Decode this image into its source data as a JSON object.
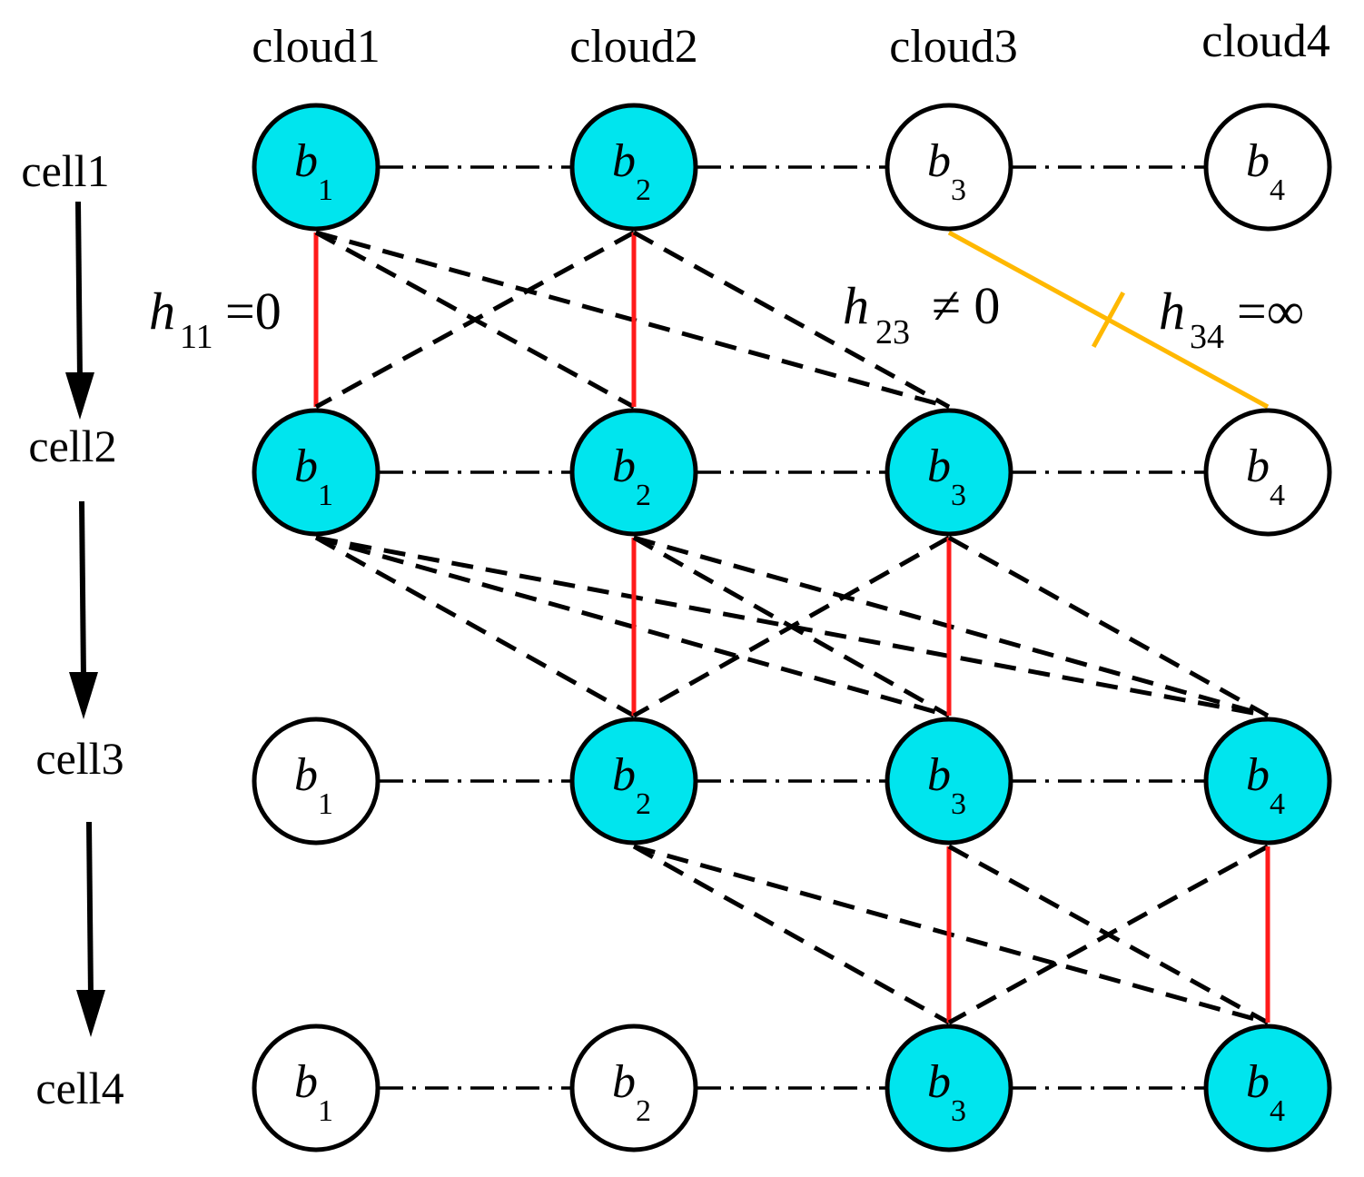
{
  "columns": [
    "cloud1",
    "cloud2",
    "cloud3",
    "cloud4"
  ],
  "rows": [
    "cell1",
    "cell2",
    "cell3",
    "cell4"
  ],
  "node_symbol": "b",
  "colors": {
    "active_fill": "#00E5EE",
    "inactive_fill": "#FFFFFF",
    "same_cloud_edge": "#FF1A1A",
    "blocked_edge": "#FFB800",
    "cross_edge": "#000000"
  },
  "nodes": [
    [
      true,
      true,
      false,
      false
    ],
    [
      true,
      true,
      true,
      false
    ],
    [
      false,
      true,
      true,
      true
    ],
    [
      false,
      false,
      true,
      true
    ]
  ],
  "edges": [
    {
      "from": [
        0,
        0
      ],
      "to": [
        1,
        0
      ],
      "type": "same"
    },
    {
      "from": [
        0,
        0
      ],
      "to": [
        1,
        1
      ],
      "type": "cross"
    },
    {
      "from": [
        0,
        0
      ],
      "to": [
        1,
        2
      ],
      "type": "cross"
    },
    {
      "from": [
        0,
        1
      ],
      "to": [
        1,
        0
      ],
      "type": "cross"
    },
    {
      "from": [
        0,
        1
      ],
      "to": [
        1,
        1
      ],
      "type": "same"
    },
    {
      "from": [
        0,
        1
      ],
      "to": [
        1,
        2
      ],
      "type": "cross"
    },
    {
      "from": [
        0,
        2
      ],
      "to": [
        1,
        3
      ],
      "type": "blocked"
    },
    {
      "from": [
        1,
        0
      ],
      "to": [
        2,
        1
      ],
      "type": "cross"
    },
    {
      "from": [
        1,
        0
      ],
      "to": [
        2,
        2
      ],
      "type": "cross"
    },
    {
      "from": [
        1,
        0
      ],
      "to": [
        2,
        3
      ],
      "type": "cross"
    },
    {
      "from": [
        1,
        1
      ],
      "to": [
        2,
        1
      ],
      "type": "same"
    },
    {
      "from": [
        1,
        1
      ],
      "to": [
        2,
        2
      ],
      "type": "cross"
    },
    {
      "from": [
        1,
        1
      ],
      "to": [
        2,
        3
      ],
      "type": "cross"
    },
    {
      "from": [
        1,
        2
      ],
      "to": [
        2,
        1
      ],
      "type": "cross"
    },
    {
      "from": [
        1,
        2
      ],
      "to": [
        2,
        2
      ],
      "type": "same"
    },
    {
      "from": [
        1,
        2
      ],
      "to": [
        2,
        3
      ],
      "type": "cross"
    },
    {
      "from": [
        2,
        1
      ],
      "to": [
        3,
        2
      ],
      "type": "cross"
    },
    {
      "from": [
        2,
        1
      ],
      "to": [
        3,
        3
      ],
      "type": "cross"
    },
    {
      "from": [
        2,
        2
      ],
      "to": [
        3,
        2
      ],
      "type": "same"
    },
    {
      "from": [
        2,
        2
      ],
      "to": [
        3,
        3
      ],
      "type": "cross"
    },
    {
      "from": [
        2,
        3
      ],
      "to": [
        3,
        2
      ],
      "type": "cross"
    },
    {
      "from": [
        2,
        3
      ],
      "to": [
        3,
        3
      ],
      "type": "same"
    }
  ],
  "annotations": [
    {
      "symbol": "h",
      "subscript": "11",
      "tail": "=0"
    },
    {
      "symbol": "h",
      "subscript": "23",
      "tail": "≠ 0"
    },
    {
      "symbol": "h",
      "subscript": "34",
      "tail": "=∞"
    }
  ]
}
